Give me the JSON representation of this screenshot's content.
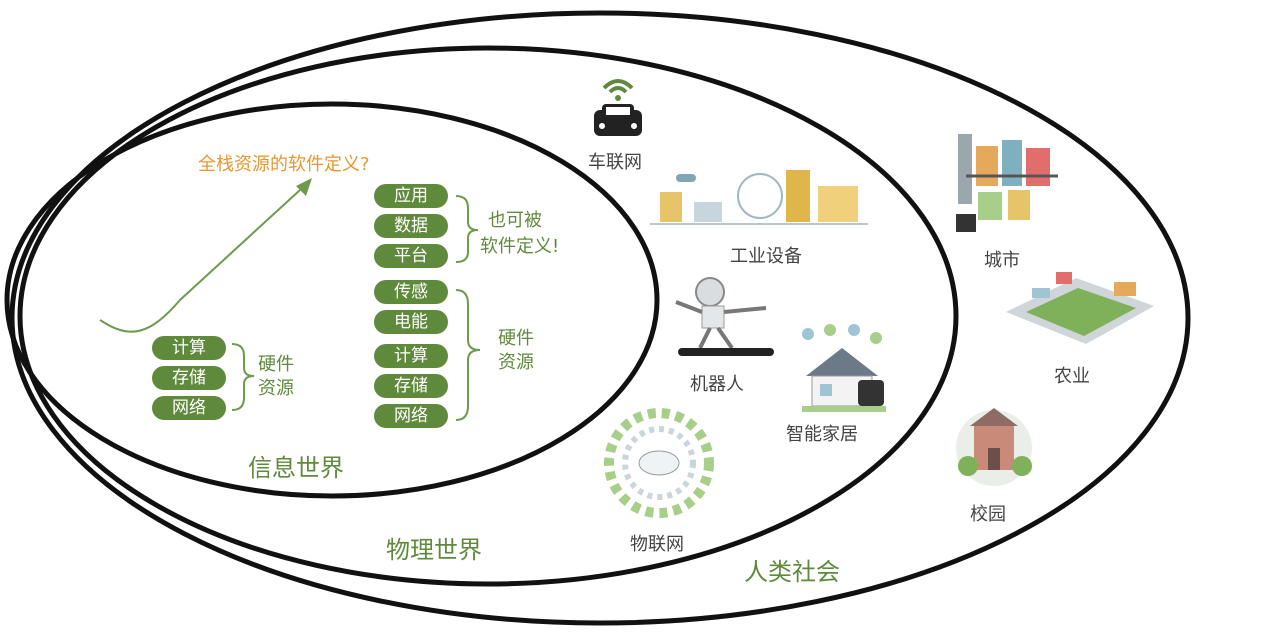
{
  "info_world": {
    "label": "信息世界",
    "question": "全栈资源的软件定义?",
    "left_stack": [
      "计算",
      "存储",
      "网络"
    ],
    "left_label_line1": "硬件",
    "left_label_line2": "资源",
    "upper_stack": [
      "应用",
      "数据",
      "平台"
    ],
    "upper_label_line1": "也可被",
    "upper_label_line2": "软件定义!",
    "lower_stack": [
      "传感",
      "电能",
      "计算",
      "存储",
      "网络"
    ],
    "lower_label_line1": "硬件",
    "lower_label_line2": "资源"
  },
  "physical_world": {
    "label": "物理世界",
    "items": [
      "车联网",
      "工业设备",
      "机器人",
      "智能家居",
      "物联网"
    ]
  },
  "human_society": {
    "label": "人类社会",
    "items": [
      "城市",
      "农业",
      "校园"
    ]
  },
  "colors": {
    "green": "#5f8a3c",
    "orange": "#e8962f",
    "ring": "#111111"
  }
}
